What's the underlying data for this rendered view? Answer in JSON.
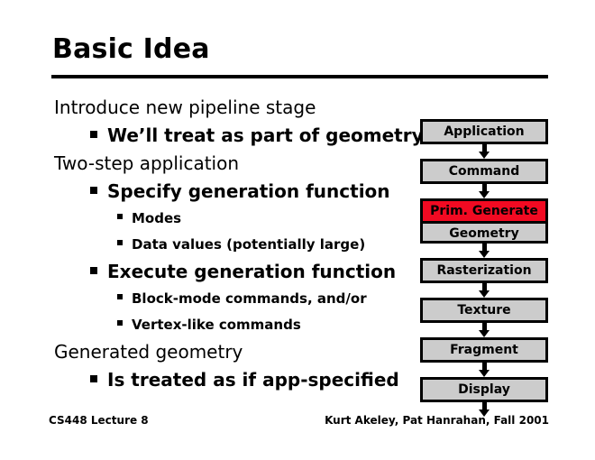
{
  "slide": {
    "title": "Basic Idea",
    "footer": {
      "left": "CS448 Lecture 8",
      "right": "Kurt Akeley, Pat Hanrahan, Fall 2001"
    }
  },
  "body": {
    "bullets": [
      {
        "level": 1,
        "text": "Introduce new pipeline stage"
      },
      {
        "level": 2,
        "text": "We’ll treat as part of geometry"
      },
      {
        "level": 1,
        "text": "Two-step application"
      },
      {
        "level": 2,
        "text": "Specify generation function"
      },
      {
        "level": 3,
        "text": "Modes"
      },
      {
        "level": 3,
        "text": "Data values (potentially large)"
      },
      {
        "level": 2,
        "text": "Execute generation function"
      },
      {
        "level": 3,
        "text": "Block-mode commands, and/or"
      },
      {
        "level": 3,
        "text": "Vertex-like commands"
      },
      {
        "level": 1,
        "text": "Generated geometry"
      },
      {
        "level": 2,
        "text": "Is treated as if app-specified"
      }
    ]
  },
  "pipeline": {
    "colors": {
      "stage_fill": "#cccccc",
      "highlight_fill": "#f20a22",
      "border": "#000000"
    },
    "units": [
      {
        "stages": [
          {
            "label": "Application",
            "highlight": false
          }
        ]
      },
      {
        "stages": [
          {
            "label": "Command",
            "highlight": false
          }
        ]
      },
      {
        "stages": [
          {
            "label": "Prim. Generate",
            "highlight": true
          },
          {
            "label": "Geometry",
            "highlight": false
          }
        ]
      },
      {
        "stages": [
          {
            "label": "Rasterization",
            "highlight": false
          }
        ]
      },
      {
        "stages": [
          {
            "label": "Texture",
            "highlight": false
          }
        ]
      },
      {
        "stages": [
          {
            "label": "Fragment",
            "highlight": false
          }
        ]
      },
      {
        "stages": [
          {
            "label": "Display",
            "highlight": false
          }
        ]
      }
    ],
    "trailing_arrow": true
  }
}
